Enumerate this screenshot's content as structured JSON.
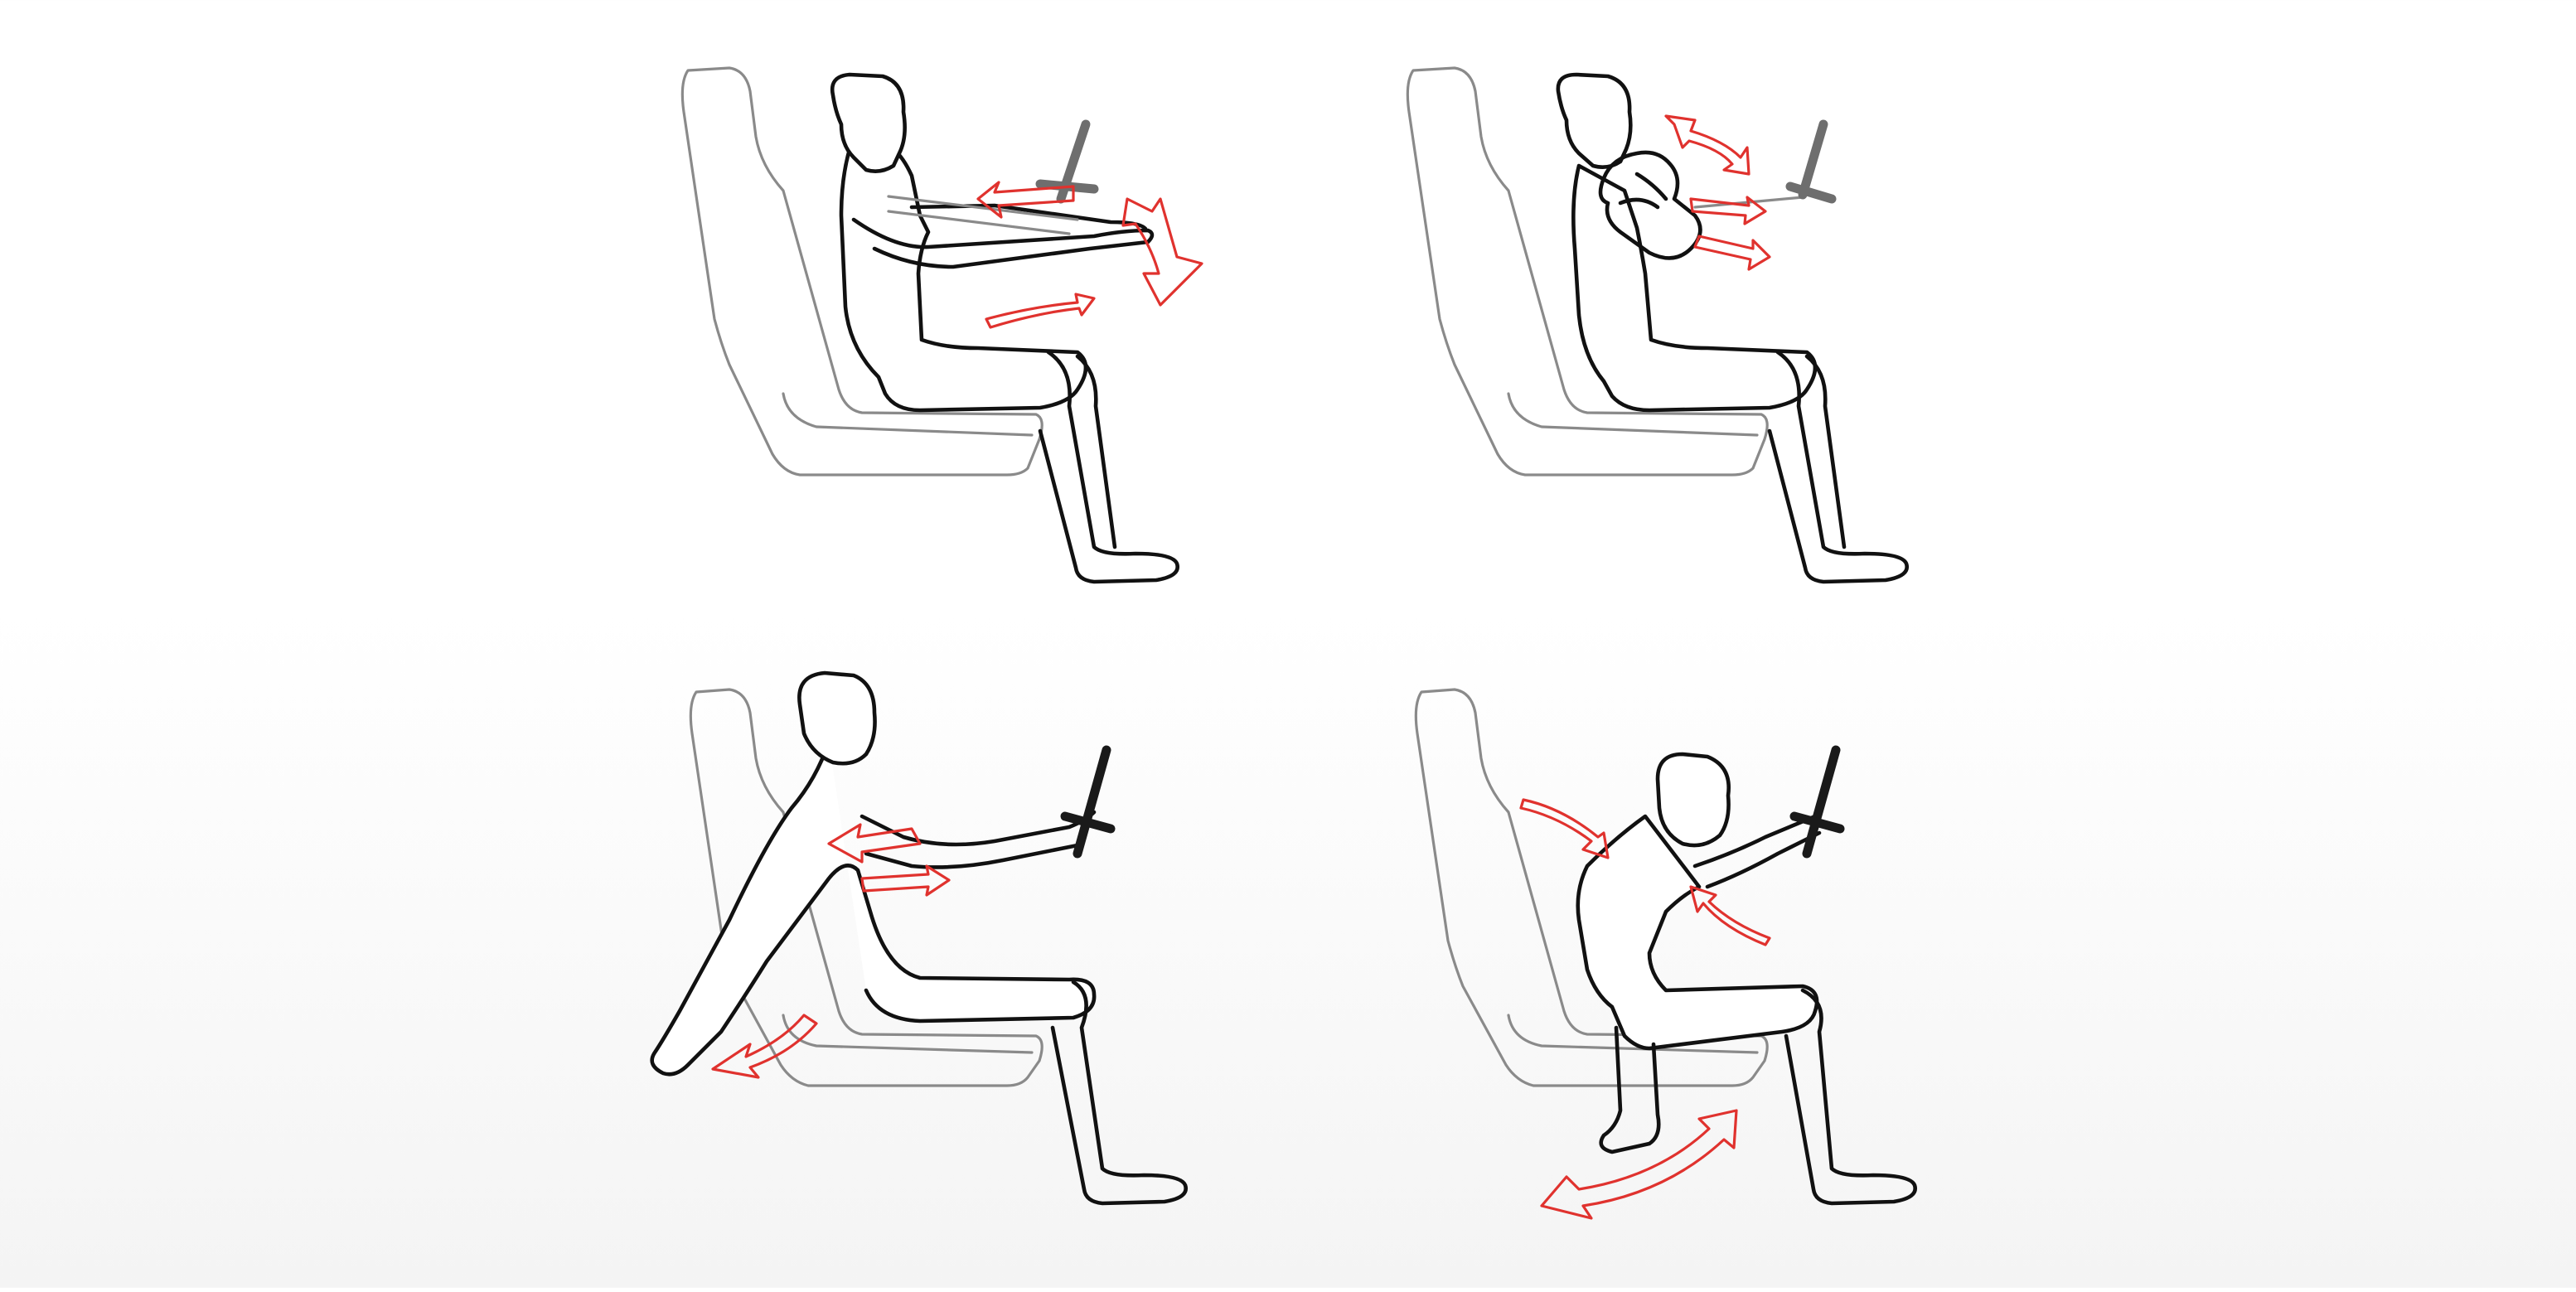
{
  "figures": [
    {
      "id": "upright-arms-extended",
      "arrows": [
        "forward-back",
        "wheel-rotate",
        "torso-forward"
      ]
    },
    {
      "id": "hunched-close-to-wheel",
      "arrows": [
        "head-shoulder",
        "chest-forward",
        "chest-back"
      ]
    },
    {
      "id": "leaning-back-arm-on-floor",
      "arrows": [
        "shoulder-twist",
        "torso-twist",
        "hand-down"
      ]
    },
    {
      "id": "slumped-forward-foot-swing",
      "arrows": [
        "back-push",
        "chest-push",
        "foot-swing"
      ]
    }
  ],
  "colors": {
    "line": "#111111",
    "seat": "#8a8a8a",
    "wheel_light": "#6e6e6e",
    "wheel_dark": "#1a1a1a",
    "arrow": "#e0322e"
  }
}
